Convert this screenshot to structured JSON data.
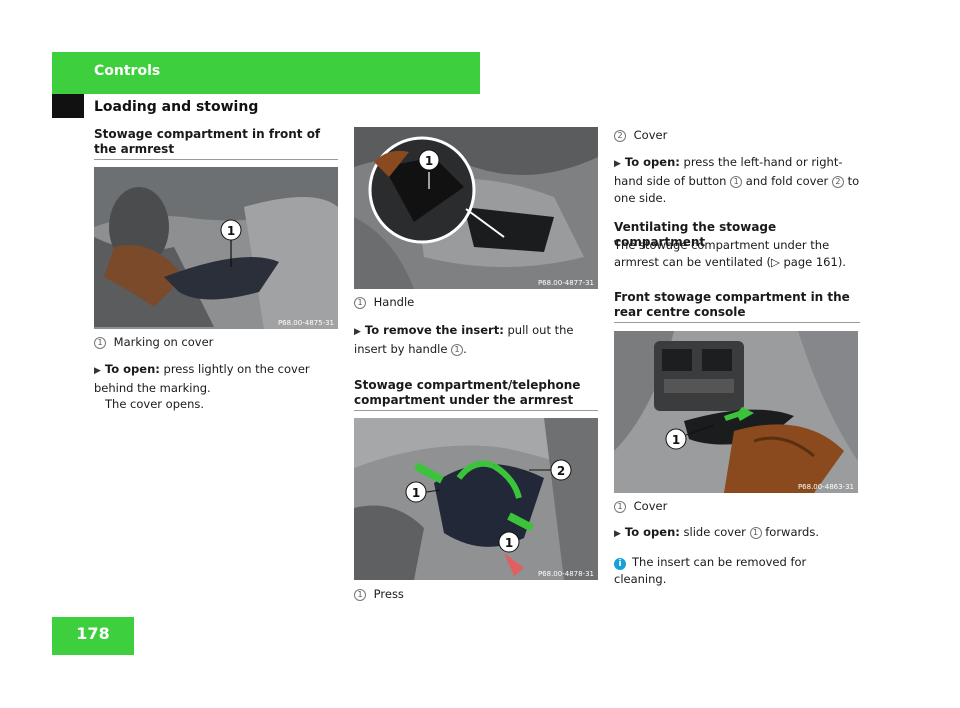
{
  "header": {
    "section": "Controls",
    "subsection": "Loading and stowing",
    "page_number": "178"
  },
  "col1": {
    "heading": "Stowage compartment in front of the armrest",
    "photo_code": "P68.00-4875-31",
    "callouts": [
      "1"
    ],
    "legend_ref": "1",
    "legend_text": "Marking on cover",
    "step_label": "To open:",
    "step_text": "press lightly on the cover behind the marking.",
    "result": "The cover opens."
  },
  "col2": {
    "photo1_code": "P68.00-4877-31",
    "photo1_callouts": [
      "1"
    ],
    "legend1_ref": "1",
    "legend1_text": "Handle",
    "step_label": "To remove the insert:",
    "step_text_a": "pull out the insert by handle",
    "step_ref": "1",
    "step_text_b": ".",
    "heading2": "Stowage compartment/telephone compartment under the armrest",
    "photo2_code": "P68.00-4878-31",
    "photo2_callouts": [
      "1",
      "2",
      "1"
    ],
    "legend2_ref": "1",
    "legend2_text": "Press"
  },
  "col3": {
    "legend_ref2": "2",
    "legend_cover": "Cover",
    "step_label": "To open:",
    "step_text_a": "press the left-hand or right-hand side of button",
    "step_ref1": "1",
    "step_text_b": "and fold cover",
    "step_ref2": "2",
    "step_text_c": "to one side.",
    "vent_heading": "Ventilating the stowage compartment",
    "vent_text_a": "The stowage compartment under the armrest can be ventilated (",
    "vent_page_ref": "page 161",
    "vent_text_b": ").",
    "rear_heading": "Front stowage compartment in the rear centre console",
    "photo_code": "P68.00-4863-31",
    "photo_callouts": [
      "1"
    ],
    "legend_ref1": "1",
    "legend_cover1": "Cover",
    "step2_label": "To open:",
    "step2_text_a": "slide cover",
    "step2_ref": "1",
    "step2_text_b": "forwards.",
    "info_text": "The insert can be removed for cleaning."
  }
}
